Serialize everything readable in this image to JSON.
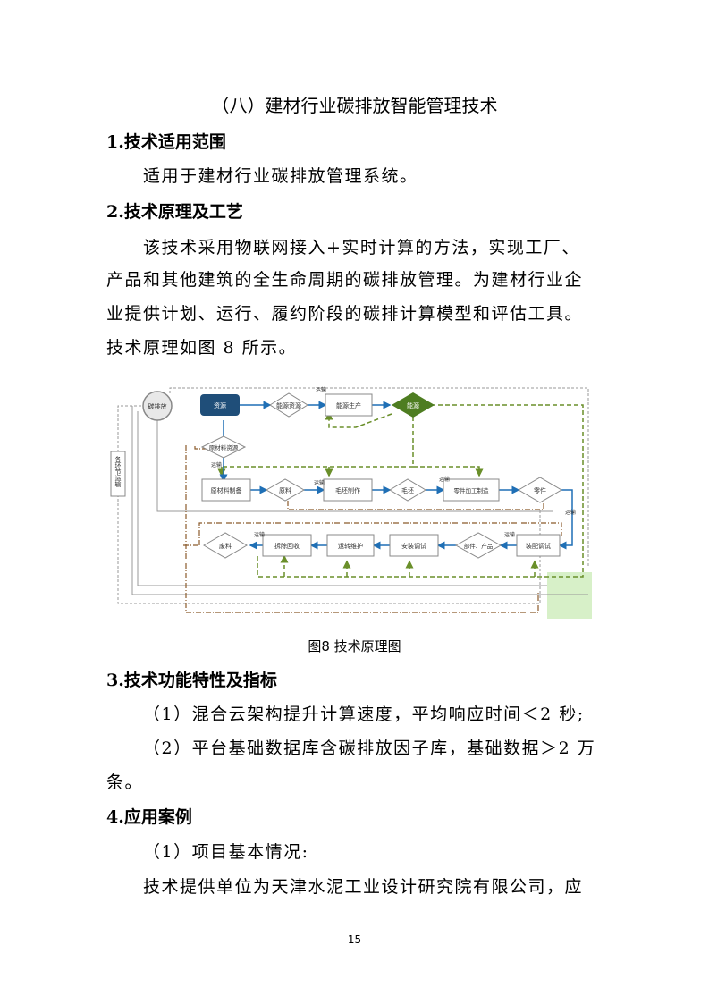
{
  "title": "（八）建材行业碳排放智能管理技术",
  "sections": {
    "s1": {
      "heading": "1.技术适用范围",
      "body": "适用于建材行业碳排放管理系统。"
    },
    "s2": {
      "heading": "2.技术原理及工艺",
      "lines": [
        "该技术采用物联网接入+实时计算的方法，实现工厂、",
        "产品和其他建筑的全生命周期的碳排放管理。为建材行业企",
        "业提供计划、运行、履约阶段的碳排计算模型和评估工具。",
        "技术原理如图 8 所示。"
      ]
    },
    "s3": {
      "heading": "3.技术功能特性及指标",
      "lines": [
        "（1）混合云架构提升计算速度，平均响应时间＜2 秒;",
        "（2）平台基础数据库含碳排放因子库，基础数据＞2 万",
        "条。"
      ]
    },
    "s4": {
      "heading": "4.应用案例",
      "lines": [
        "（1）项目基本情况:",
        "技术提供单位为天津水泥工业设计研究院有限公司，应"
      ]
    }
  },
  "figure": {
    "caption": "图8  技术原理图",
    "nodes": {
      "emission": "碳排放",
      "resource": "资源",
      "energy_resource": "能源资源",
      "energy_production": "能源生产",
      "energy": "能源",
      "raw_resource": "原材料资源",
      "raw_prep": "原材料制备",
      "raw_material": "原料",
      "blank_make": "毛坯制作",
      "blank": "毛坯",
      "part_make": "零件加工制造",
      "part": "零件",
      "assembly": "装配调试",
      "component": "部件、产品",
      "install": "安装调试",
      "operate": "运转维护",
      "dismantle": "拆除回收",
      "waste": "废料",
      "stages": "各环节运输"
    },
    "transport_label": "运输",
    "colors": {
      "resource_fill": "#1f4e79",
      "energy_fill": "#4e7d21",
      "green_dash": "#6a8f2a",
      "brown_dash": "#8b5a2b",
      "highlight": "#d7f0c8"
    }
  },
  "page_number": "15"
}
